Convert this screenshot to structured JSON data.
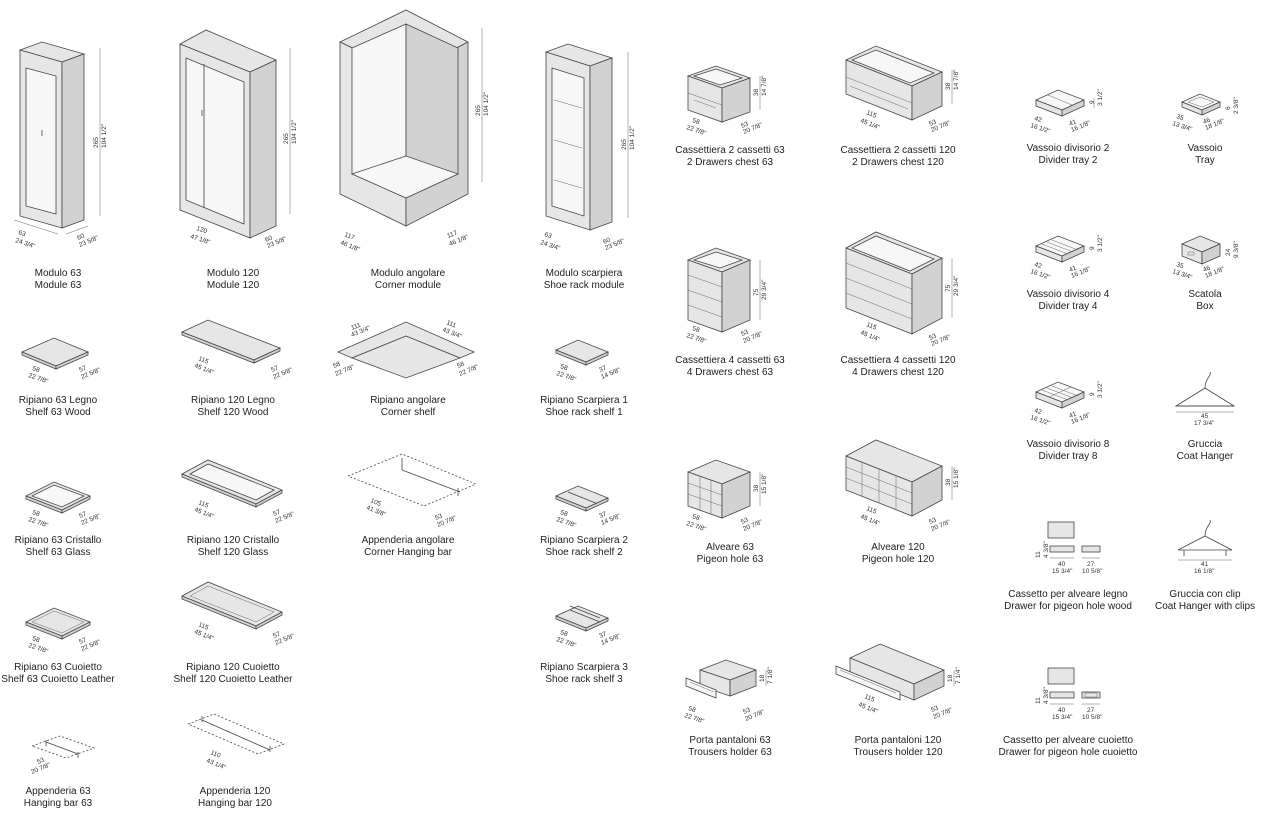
{
  "items": [
    {
      "it": "Modulo 63",
      "en": "Module 63",
      "dims": [
        "265",
        "104 1/2\"",
        "63",
        "24 3/4\"",
        "60",
        "23 5/8\""
      ]
    },
    {
      "it": "Modulo 120",
      "en": "Module 120",
      "dims": [
        "265",
        "104 1/2\"",
        "120",
        "47 1/8\"",
        "60",
        "23 5/8\""
      ]
    },
    {
      "it": "Modulo angolare",
      "en": "Corner module",
      "dims": [
        "265",
        "104 1/2\"",
        "117",
        "46 1/8\"",
        "117",
        "46 1/8\""
      ]
    },
    {
      "it": "Modulo scarpiera",
      "en": "Shoe rack module",
      "dims": [
        "265",
        "104 1/2\"",
        "63",
        "24 3/4\"",
        "60",
        "23 5/8\""
      ]
    },
    {
      "it": "Cassettiera 2 cassetti 63",
      "en": "2 Drawers chest 63",
      "dims": [
        "38",
        "14 7/8\"",
        "58",
        "22 7/8\"",
        "53",
        "20 7/8\""
      ]
    },
    {
      "it": "Cassettiera 2 cassetti 120",
      "en": "2 Drawers chest 120",
      "dims": [
        "38",
        "14 7/8\"",
        "115",
        "45 1/4\"",
        "53",
        "20 7/8\""
      ]
    },
    {
      "it": "Vassoio divisorio 2",
      "en": "Divider tray 2",
      "dims": [
        "9",
        "3 1/2\"",
        "42",
        "16 1/2\"",
        "41",
        "16 1/8\""
      ]
    },
    {
      "it": "Vassoio",
      "en": "Tray",
      "dims": [
        "6",
        "2 3/8\"",
        "35",
        "13 3/4\"",
        "46",
        "18 1/8\""
      ]
    },
    {
      "it": "Ripiano 63 Legno",
      "en": "Shelf 63 Wood",
      "dims": [
        "58",
        "22 7/8\"",
        "57",
        "22 5/8\""
      ]
    },
    {
      "it": "Ripiano 120 Legno",
      "en": "Shelf 120 Wood",
      "dims": [
        "115",
        "45 1/4\"",
        "57",
        "22 5/8\""
      ]
    },
    {
      "it": "Ripiano angolare",
      "en": "Corner shelf",
      "dims": [
        "111",
        "43 3/4\"",
        "111",
        "43 3/4\"",
        "58",
        "22 7/8\"",
        "58",
        "22 7/8\""
      ]
    },
    {
      "it": "Ripiano Scarpiera 1",
      "en": "Shoe rack shelf 1",
      "dims": [
        "58",
        "22 7/8\"",
        "37",
        "14 5/8\""
      ]
    },
    {
      "it": "Cassettiera 4 cassetti 63",
      "en": "4 Drawers chest 63",
      "dims": [
        "75",
        "29 3/4\"",
        "58",
        "22 7/8\"",
        "53",
        "20 7/8\""
      ]
    },
    {
      "it": "Cassettiera 4 cassetti 120",
      "en": "4 Drawers chest 120",
      "dims": [
        "75",
        "29 3/4\"",
        "115",
        "45 1/4\"",
        "53",
        "20 7/8\""
      ]
    },
    {
      "it": "Vassoio divisorio 4",
      "en": "Divider tray 4",
      "dims": [
        "9",
        "3 1/2\"",
        "42",
        "16 1/2\"",
        "41",
        "16 1/8\""
      ]
    },
    {
      "it": "Scatola",
      "en": "Box",
      "dims": [
        "24",
        "9 3/8\"",
        "35",
        "13 3/4\"",
        "46",
        "18 1/8\""
      ]
    },
    {
      "it": "Vassoio divisorio 8",
      "en": "Divider tray 8",
      "dims": [
        "9",
        "3 1/2\"",
        "42",
        "16 1/2\"",
        "41",
        "16 1/8\""
      ]
    },
    {
      "it": "Gruccia",
      "en": "Coat Hanger",
      "dims": [
        "45",
        "17 3/4\""
      ]
    },
    {
      "it": "Ripiano 63 Cristallo",
      "en": "Shelf 63 Glass",
      "dims": [
        "58",
        "22 7/8\"",
        "57",
        "22 5/8\""
      ]
    },
    {
      "it": "Ripiano 120 Cristallo",
      "en": "Shelf 120 Glass",
      "dims": [
        "115",
        "45 1/4\"",
        "57",
        "22 5/8\""
      ]
    },
    {
      "it": "Appenderia angolare",
      "en": "Corner Hanging bar",
      "dims": [
        "105",
        "41 3/8\"",
        "53",
        "20 7/8\""
      ]
    },
    {
      "it": "Ripiano Scarpiera 2",
      "en": "Shoe rack shelf 2",
      "dims": [
        "58",
        "22 7/8\"",
        "37",
        "14 5/8\""
      ]
    },
    {
      "it": "Alveare 63",
      "en": "Pigeon hole 63",
      "dims": [
        "38",
        "15 1/8\"",
        "58",
        "22 7/8\"",
        "53",
        "20 7/8\""
      ]
    },
    {
      "it": "Alveare 120",
      "en": "Pigeon hole 120",
      "dims": [
        "38",
        "15 1/8\"",
        "115",
        "45 1/4\"",
        "53",
        "20 7/8\""
      ]
    },
    {
      "it": "Cassetto per alveare legno",
      "en": "Drawer for pigeon hole wood",
      "dims": [
        "11",
        "4 3/8\"",
        "40",
        "15 3/4\"",
        "27",
        "10 5/8\""
      ]
    },
    {
      "it": "Gruccia con clip",
      "en": "Coat Hanger with clips",
      "dims": [
        "41",
        "16 1/8\""
      ]
    },
    {
      "it": "Ripiano 63 Cuoietto",
      "en": "Shelf 63 Cuoietto Leather",
      "dims": [
        "58",
        "22 7/8\"",
        "57",
        "22 5/8\""
      ]
    },
    {
      "it": "Ripiano 120 Cuoietto",
      "en": "Shelf 120 Cuoietto Leather",
      "dims": [
        "115",
        "45 1/4\"",
        "57",
        "22 5/8\""
      ]
    },
    {
      "it": "Ripiano Scarpiera 3",
      "en": "Shoe rack shelf 3",
      "dims": [
        "58",
        "22 7/8\"",
        "37",
        "14 5/8\""
      ]
    },
    {
      "it": "Porta pantaloni 63",
      "en": "Trousers holder 63",
      "dims": [
        "18",
        "7 1/8\"",
        "58",
        "22 7/8\"",
        "53",
        "20 7/8\""
      ]
    },
    {
      "it": "Porta pantaloni 120",
      "en": "Trousers holder 120",
      "dims": [
        "18",
        "7 1/4\"",
        "115",
        "45 1/4\"",
        "53",
        "20 7/8\""
      ]
    },
    {
      "it": "Cassetto per alveare cuoietto",
      "en": "Drawer for pigeon hole cuoietto",
      "dims": [
        "11",
        "4 3/8\"",
        "40",
        "15 3/4\"",
        "27",
        "10 5/8\""
      ]
    },
    {
      "it": "Appenderia 63",
      "en": "Hanging bar 63",
      "dims": [
        "53",
        "20 7/8\""
      ]
    },
    {
      "it": "Appenderia 120",
      "en": "Hanging bar 120",
      "dims": [
        "110",
        "43 1/4\""
      ]
    }
  ]
}
